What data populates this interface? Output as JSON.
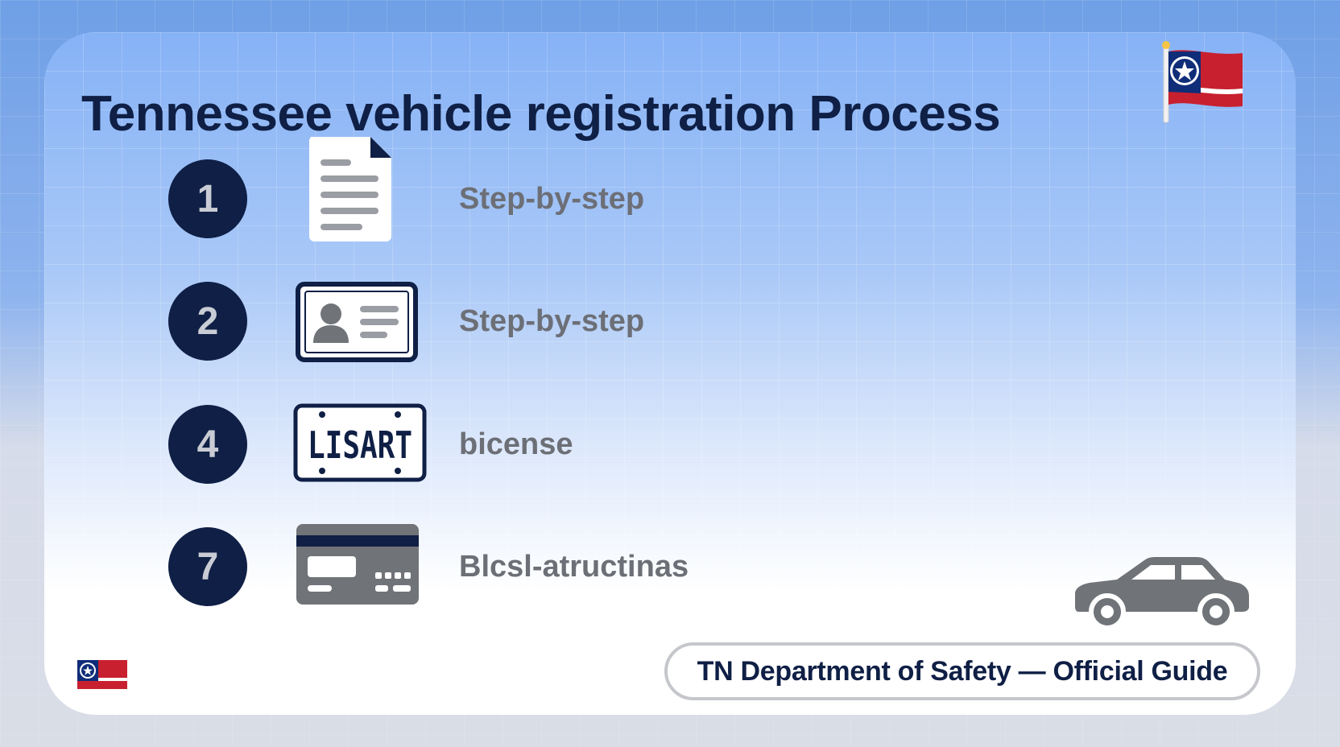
{
  "title": "Tennessee vehicle registration Process",
  "steps": [
    {
      "number": "1",
      "label": "Step-by-step",
      "icon": "document-icon"
    },
    {
      "number": "2",
      "label": "Step-by-step",
      "icon": "id-card-icon"
    },
    {
      "number": "4",
      "label": "bicense",
      "icon": "license-plate-icon",
      "plate_text": "LISART"
    },
    {
      "number": "7",
      "label": "Blcsl-atructinas",
      "icon": "payment-card-icon"
    }
  ],
  "footer": {
    "badge": "TN Department of Safety — Official Guide"
  },
  "colors": {
    "navy": "#0f1f45",
    "label_gray": "#6c6f76",
    "flag_red": "#c8202f",
    "flag_blue": "#0f2d78",
    "accent_orange": "#ff6a3d",
    "accent_teal": "#22b4d6",
    "accent_yellow": "#f6c445"
  }
}
